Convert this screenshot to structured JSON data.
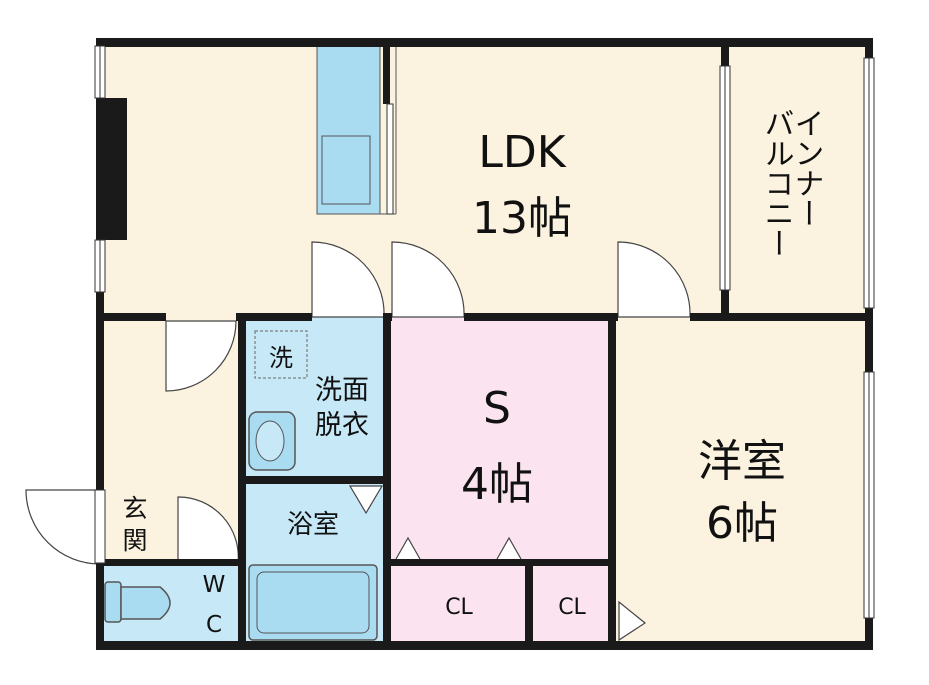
{
  "floorplan": {
    "rooms": {
      "ldk": {
        "name": "LDK",
        "size": "13帖"
      },
      "balcony": {
        "name_col1": "インナー",
        "name_col2": "バルコニー"
      },
      "western": {
        "name": "洋室",
        "size": "6帖"
      },
      "service": {
        "name": "S",
        "size": "4帖"
      },
      "washroom": {
        "line1": "洗面",
        "line2": "脱衣",
        "washer_mark": "洗"
      },
      "bath": {
        "name": "浴室"
      },
      "entrance": {
        "line1": "玄",
        "line2": "関"
      },
      "wc": {
        "line1": "W",
        "line2": "C"
      },
      "closet1": {
        "name": "CL"
      },
      "closet2": {
        "name": "CL"
      }
    },
    "colors": {
      "wall": "#1a1a1a",
      "floor": "#fbf3df",
      "wet_area": "#c6e8f7",
      "service_room": "#fbe4ef",
      "fixture": "#a9dbf1"
    }
  }
}
